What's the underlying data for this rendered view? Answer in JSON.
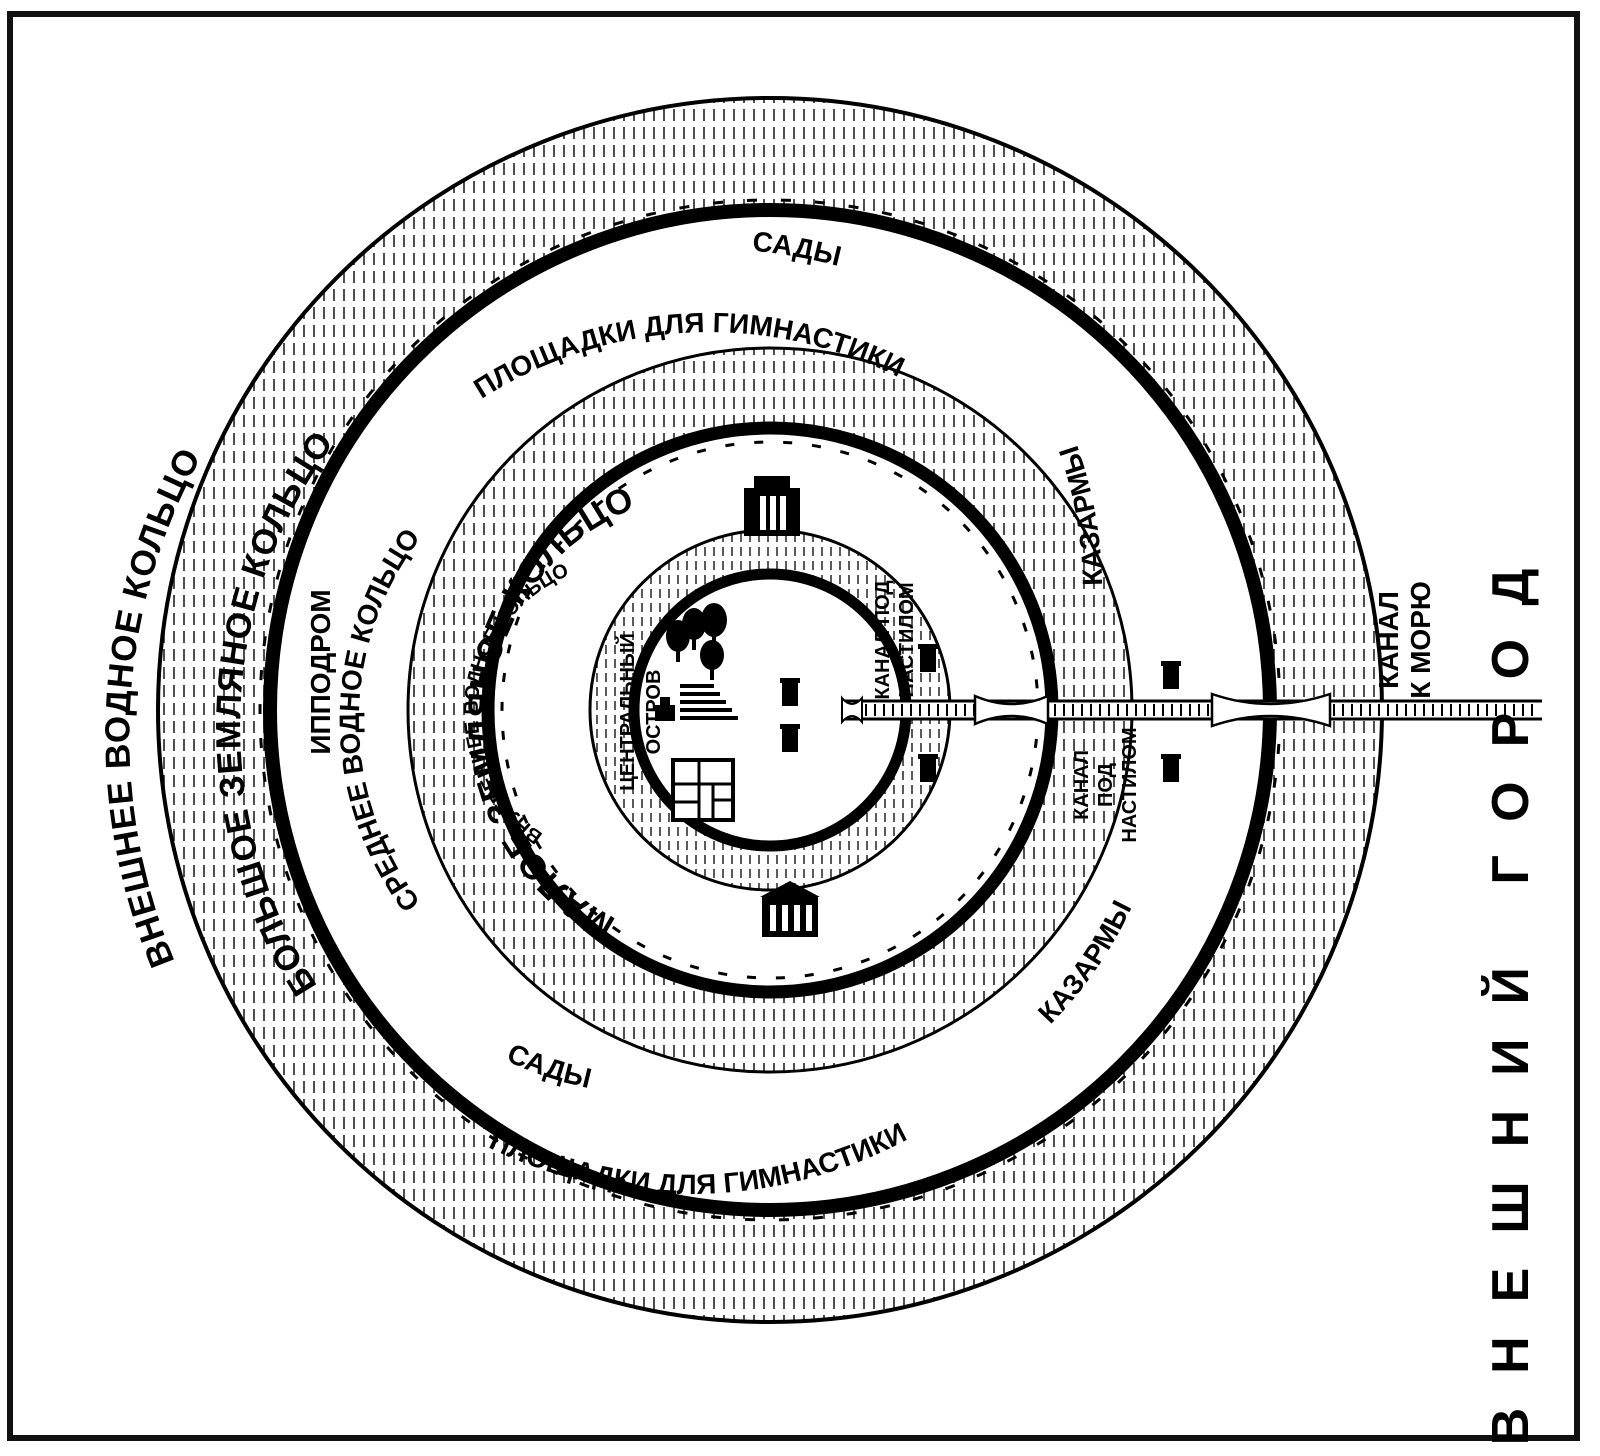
{
  "labels": {
    "outer_water_ring": "ВНЕШНЕЕ ВОДНОЕ КОЛЬЦО",
    "big_earth_ring": "БОЛЬШОЕ ЗЕМЛЯНОЕ КОЛЬЦО",
    "middle_water_ring": "СРЕДНЕЕ ВОДНОЕ КОЛЬЦО",
    "small_earth_ring": "МАЛОЕ ЗЕМЛЯНОЕ КОЛЬЦО",
    "inner_water_ring": "ВНУТРЕННЕЕ ВОДНОЕ КОЛЬЦО",
    "central_island_line1": "ЦЕНТРАЛЬНЫЙ",
    "central_island_line2": "ОСТРОВ",
    "hippodrome": "ИППОДРОМ",
    "gardens_top": "САДЫ",
    "gardens_bottom": "САДЫ",
    "gym_top": "ПЛОЩАДКИ ДЛЯ ГИМНАСТИКИ",
    "gym_bottom": "ПЛОЩАДКИ ДЛЯ ГИМНАСТИКИ",
    "barracks_top": "КАЗАРМЫ",
    "barracks_bottom": "КАЗАРМЫ",
    "canal_covered_inner_line1": "КАНАЛ ПОД",
    "canal_covered_inner_line2": "НАСТИЛОМ",
    "canal_covered_outer_line1": "КАНАЛ",
    "canal_covered_outer_line2": "ПОД",
    "canal_covered_outer_line3": "НАСТИЛОМ",
    "canal_to_sea_line1": "КАНАЛ",
    "canal_to_sea_line2": "К МОРЮ",
    "outer_city": "ВНЕШНИЙ ГОРОД"
  },
  "icons": [
    "temple-icon",
    "palace-icon",
    "grove-icon",
    "tower-icon",
    "building-icon"
  ],
  "colors": {
    "ink": "#000000",
    "paper": "#ffffff",
    "hatch": "#222222"
  }
}
